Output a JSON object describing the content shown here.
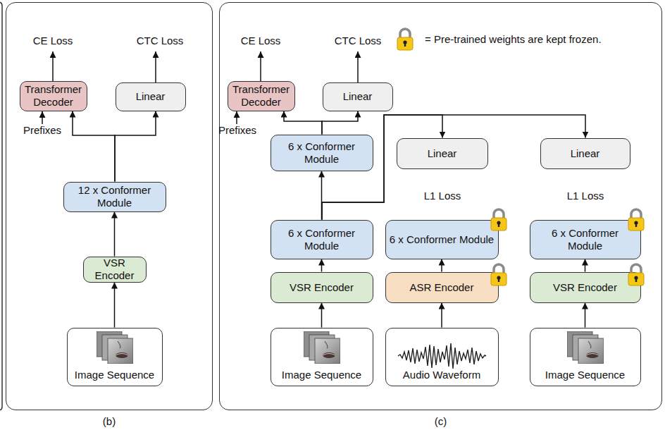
{
  "diagram": {
    "nodes": [
      {
        "text": [
          "(b)"
        ]
      },
      {
        "text": [
          "Transformer Decoder"
        ],
        "in": 0
      },
      {
        "text": [
          "Linear"
        ],
        "in": 0
      },
      {
        "text": [
          "12 x Conformer Module"
        ],
        "in": 0
      },
      {
        "text": [
          "VSR Encoder"
        ],
        "in": 0
      },
      {
        "text": [
          "Image Sequence"
        ],
        "in": 0
      },
      {
        "text": [
          "(c)"
        ]
      },
      {
        "text": [
          "Transformer Decoder"
        ],
        "in": 6
      },
      {
        "text": [
          "Linear"
        ],
        "in": 6
      },
      {
        "text": [
          "6 x Conformer Module"
        ],
        "in": 6
      },
      {
        "text": [
          "Linear"
        ],
        "in": 6
      },
      {
        "text": [
          "Linear"
        ],
        "in": 6
      },
      {
        "text": [
          "6 x Conformer Module"
        ],
        "in": 6
      },
      {
        "text": [
          "6 x Conformer Module"
        ],
        "in": 6
      },
      {
        "text": [
          "6 x Conformer Module"
        ],
        "in": 6
      },
      {
        "text": [
          "VSR Encoder"
        ],
        "in": 6
      },
      {
        "text": [
          "ASR Encoder"
        ],
        "in": 6
      },
      {
        "text": [
          "VSR Encoder"
        ],
        "in": 6
      },
      {
        "text": [
          "Image Sequence"
        ],
        "in": 6
      },
      {
        "text": [
          "Audio Waveform"
        ],
        "in": 6
      },
      {
        "text": [
          "Image Sequence"
        ],
        "in": 6
      }
    ],
    "edges": [
      {
        "from": 5,
        "to": 4,
        "arrow": "to"
      },
      {
        "from": 4,
        "to": 3,
        "arrow": "to"
      },
      {
        "from": 3,
        "to": 1,
        "arrow": "to"
      },
      {
        "from": 3,
        "to": 2,
        "arrow": "to"
      },
      {
        "from": 18,
        "to": 15,
        "arrow": "to"
      },
      {
        "from": 15,
        "to": 12,
        "arrow": "to"
      },
      {
        "from": 12,
        "to": 9,
        "arrow": "to"
      },
      {
        "from": 12,
        "to": 10,
        "arrow": "to"
      },
      {
        "from": 12,
        "to": 11,
        "arrow": "to"
      },
      {
        "from": 9,
        "to": 7,
        "arrow": "to"
      },
      {
        "from": 9,
        "to": 8,
        "arrow": "to"
      },
      {
        "from": 19,
        "to": 16,
        "arrow": "to"
      },
      {
        "from": 16,
        "to": 13,
        "arrow": "to"
      },
      {
        "from": 20,
        "to": 17,
        "arrow": "to"
      },
      {
        "from": 17,
        "to": 14,
        "arrow": "to"
      }
    ],
    "labels": [
      "CE Loss",
      "CTC Loss",
      "Prefixes",
      "CE Loss",
      "CTC Loss",
      "Prefixes",
      "L1 Loss",
      "L1 Loss"
    ],
    "legend": [
      {
        "text": "= Pre-trained weights are kept frozen."
      }
    ]
  }
}
